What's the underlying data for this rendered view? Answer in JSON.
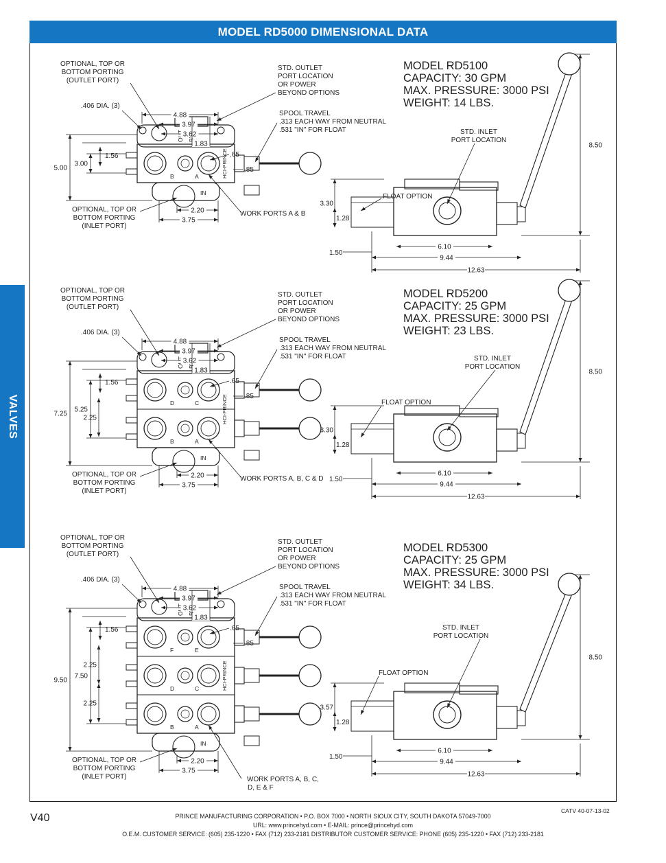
{
  "header": {
    "title": "MODEL RD5000 DIMENSIONAL DATA"
  },
  "side_tab": {
    "label": "VALVES"
  },
  "models": [
    {
      "name": "MODEL RD5100",
      "capacity": "CAPACITY: 30 GPM",
      "pressure": "MAX. PRESSURE: 3000 PSI",
      "weight": "WEIGHT: 14 LBS.",
      "work_ports": "WORK PORTS A & B",
      "port_letters": [
        "B",
        "A"
      ],
      "side": {
        "left_height": "3.30",
        "lower": "1.28",
        "offset": "1.50",
        "w1": "6.10",
        "w2": "9.44",
        "w3": "12.63",
        "lever_h": "8.50"
      },
      "front": {
        "h_outer": "5.00",
        "h_inner": "3.00",
        "extra": ""
      }
    },
    {
      "name": "MODEL RD5200",
      "capacity": "CAPACITY: 25 GPM",
      "pressure": "MAX. PRESSURE: 3000 PSI",
      "weight": "WEIGHT: 23 LBS.",
      "work_ports": "WORK PORTS A, B, C & D",
      "port_letters": [
        "D",
        "C",
        "B",
        "A"
      ],
      "side": {
        "left_height": "3.30",
        "lower": "1.28",
        "offset": "1.50",
        "w1": "6.10",
        "w2": "9.44",
        "w3": "12.63",
        "lever_h": "8.50"
      },
      "front": {
        "h_outer": "7.25",
        "h_inner": "5.25",
        "extra": "2.25"
      }
    },
    {
      "name": "MODEL RD5300",
      "capacity": "CAPACITY: 25 GPM",
      "pressure": "MAX. PRESSURE: 3000 PSI",
      "weight": "WEIGHT: 34 LBS.",
      "work_ports": "WORK PORTS A, B, C,",
      "work_ports_2": "D, E & F",
      "port_letters": [
        "F",
        "E",
        "D",
        "C",
        "B",
        "A"
      ],
      "side": {
        "left_height": "3.57",
        "lower": "1.28",
        "offset": "1.50",
        "w1": "6.10",
        "w2": "9.44",
        "w3": "12.63",
        "lever_h": "8.50"
      },
      "front": {
        "h_outer": "9.50",
        "h_inner": "7.50",
        "extra": "2.25",
        "extra2": "2.25"
      }
    }
  ],
  "common": {
    "outlet_note": [
      "OPTIONAL, TOP OR",
      "BOTTOM PORTING",
      "(OUTLET PORT)"
    ],
    "inlet_note": [
      "OPTIONAL, TOP OR",
      "BOTTOM PORTING",
      "(INLET PORT)"
    ],
    "hole_note": ".406 DIA. (3)",
    "std_outlet": [
      "STD. OUTLET",
      "PORT LOCATION",
      "OR POWER",
      "BEYOND OPTIONS"
    ],
    "spool": [
      "SPOOL TRAVEL",
      ".313 EACH WAY FROM NEUTRAL",
      ".531 \"IN\" FOR FLOAT"
    ],
    "std_inlet": [
      "STD. INLET",
      "PORT LOCATION"
    ],
    "float_option": "FLOAT OPTION",
    "dims": {
      "d488": "4.88",
      "d397": "3.97",
      "d362": "3.62",
      "d183": "1.83",
      "d065": ".65",
      "d085": ".85",
      "d156": "1.56",
      "d220": "2.20",
      "d375": "3.75"
    },
    "body_labels": {
      "out": "OUT",
      "byd": "BYD",
      "in": "IN",
      "brand": "HCI-PRINCE"
    }
  },
  "footer": {
    "page": "V40",
    "catalog_ref": "CATV 40-07-13-02",
    "line1": "PRINCE MANUFACTURING CORPORATION • P.O. BOX 7000 • NORTH SIOUX CITY, SOUTH DAKOTA 57049-7000",
    "line2": "URL: www.princehyd.com • E-MAIL: prince@princehyd.com",
    "line3": "O.E.M. CUSTOMER SERVICE: (605) 235-1220 • FAX (712) 233-2181   DISTRIBUTOR CUSTOMER SERVICE: PHONE (605) 235-1220 • FAX (712) 233-2181"
  }
}
